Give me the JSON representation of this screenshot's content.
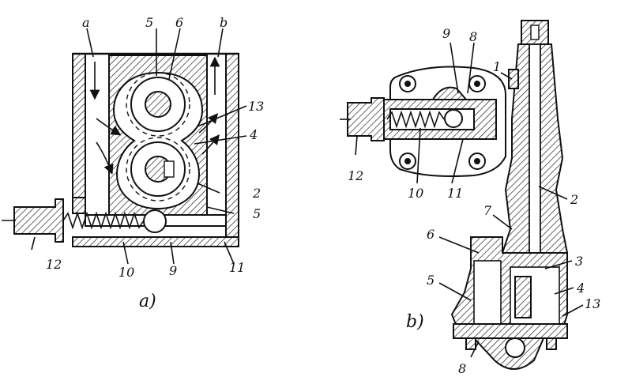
{
  "figure_a": {
    "caption": "a)",
    "labels": {
      "a": "a",
      "b": "b",
      "n5_top": "5",
      "n6": "6",
      "n13": "13",
      "n4": "4",
      "n2": "2",
      "n5_right": "5",
      "n12": "12",
      "n10": "10",
      "n9": "9",
      "n11": "11"
    }
  },
  "figure_b": {
    "caption": "b)",
    "labels": {
      "n9": "9",
      "n8_top": "8",
      "n1": "1",
      "n12": "12",
      "n10": "10",
      "n11": "11",
      "n2": "2",
      "n7": "7",
      "n6": "6",
      "n3": "3",
      "n5": "5",
      "n4": "4",
      "n13": "13",
      "n8_bottom": "8"
    }
  }
}
